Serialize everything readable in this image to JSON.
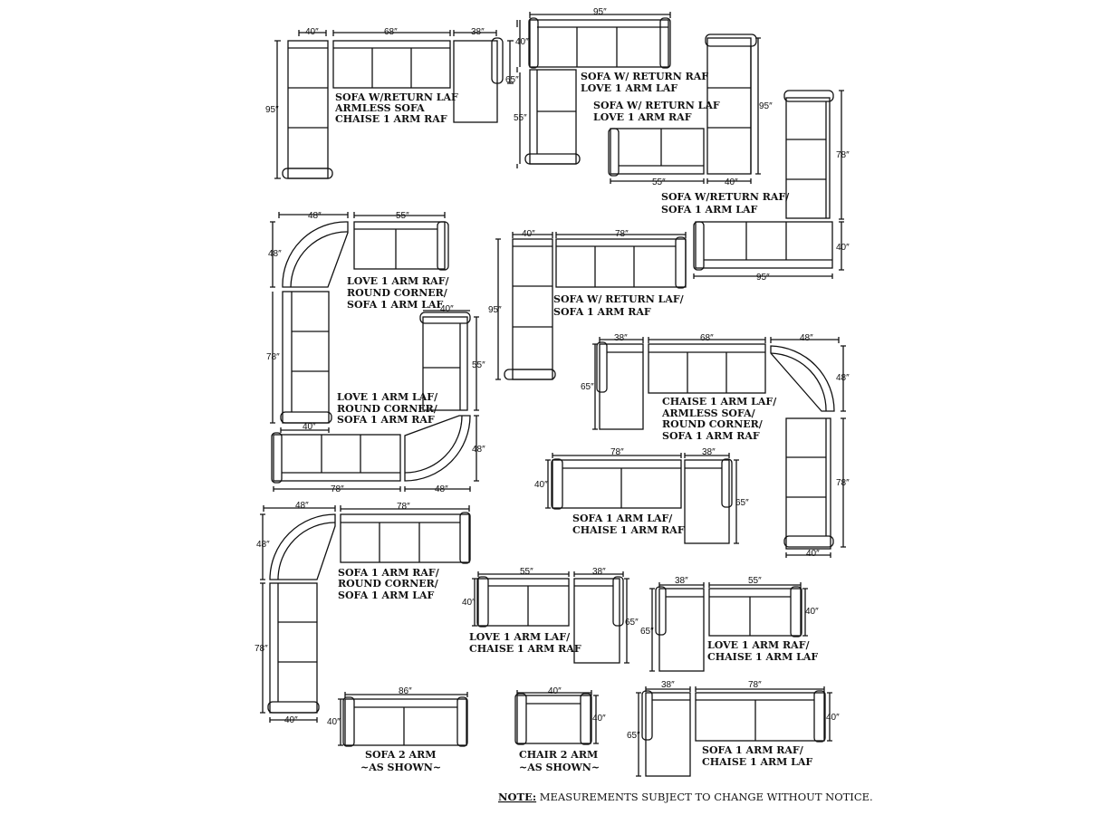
{
  "note": {
    "label": "NOTE:",
    "text": " MEASUREMENTS SUBJECT TO CHANGE WITHOUT NOTICE."
  },
  "units": {
    "in40": "40″",
    "in38": "38″",
    "in48": "48″",
    "in55": "55″",
    "in65": "65″",
    "in68": "68″",
    "in78": "78″",
    "in86": "86″",
    "in95": "95″"
  },
  "configs": {
    "c1": [
      "SOFA W/RETURN LAF",
      "ARMLESS SOFA",
      "CHAISE 1 ARM RAF"
    ],
    "c2": [
      "SOFA W/ RETURN RAF",
      "LOVE 1 ARM LAF"
    ],
    "c3": [
      "SOFA  W/ RETURN LAF",
      "LOVE 1 ARM  RAF"
    ],
    "c4": [
      "SOFA W/RETURN RAF/",
      "SOFA 1 ARM LAF"
    ],
    "c5": [
      "LOVE 1 ARM RAF/",
      "ROUND CORNER/",
      "SOFA 1 ARM LAF"
    ],
    "c6": [
      "SOFA W/ RETURN LAF/",
      "SOFA 1 ARM RAF"
    ],
    "c7": [
      "LOVE 1 ARM LAF/",
      "ROUND CORNER/",
      "SOFA 1 ARM RAF"
    ],
    "c8": [
      "CHAISE 1 ARM LAF/",
      "ARMLESS SOFA/",
      "ROUND CORNER/",
      "SOFA 1 ARM RAF"
    ],
    "c9": [
      "SOFA 1 ARM LAF/",
      "CHAISE 1 ARM RAF"
    ],
    "c10": [
      "SOFA 1 ARM RAF/",
      "ROUND CORNER/",
      "SOFA 1 ARM LAF"
    ],
    "c11": [
      "LOVE 1 ARM LAF/",
      "CHAISE 1 ARM RAF"
    ],
    "c12": [
      "LOVE 1 ARM RAF/",
      "CHAISE 1 ARM LAF"
    ],
    "c13": [
      "SOFA 2 ARM",
      "~AS SHOWN~"
    ],
    "c14": [
      "CHAIR 2 ARM",
      "~AS SHOWN~"
    ],
    "c15": [
      "SOFA 1 ARM RAF/",
      "CHAISE 1 ARM LAF"
    ]
  }
}
